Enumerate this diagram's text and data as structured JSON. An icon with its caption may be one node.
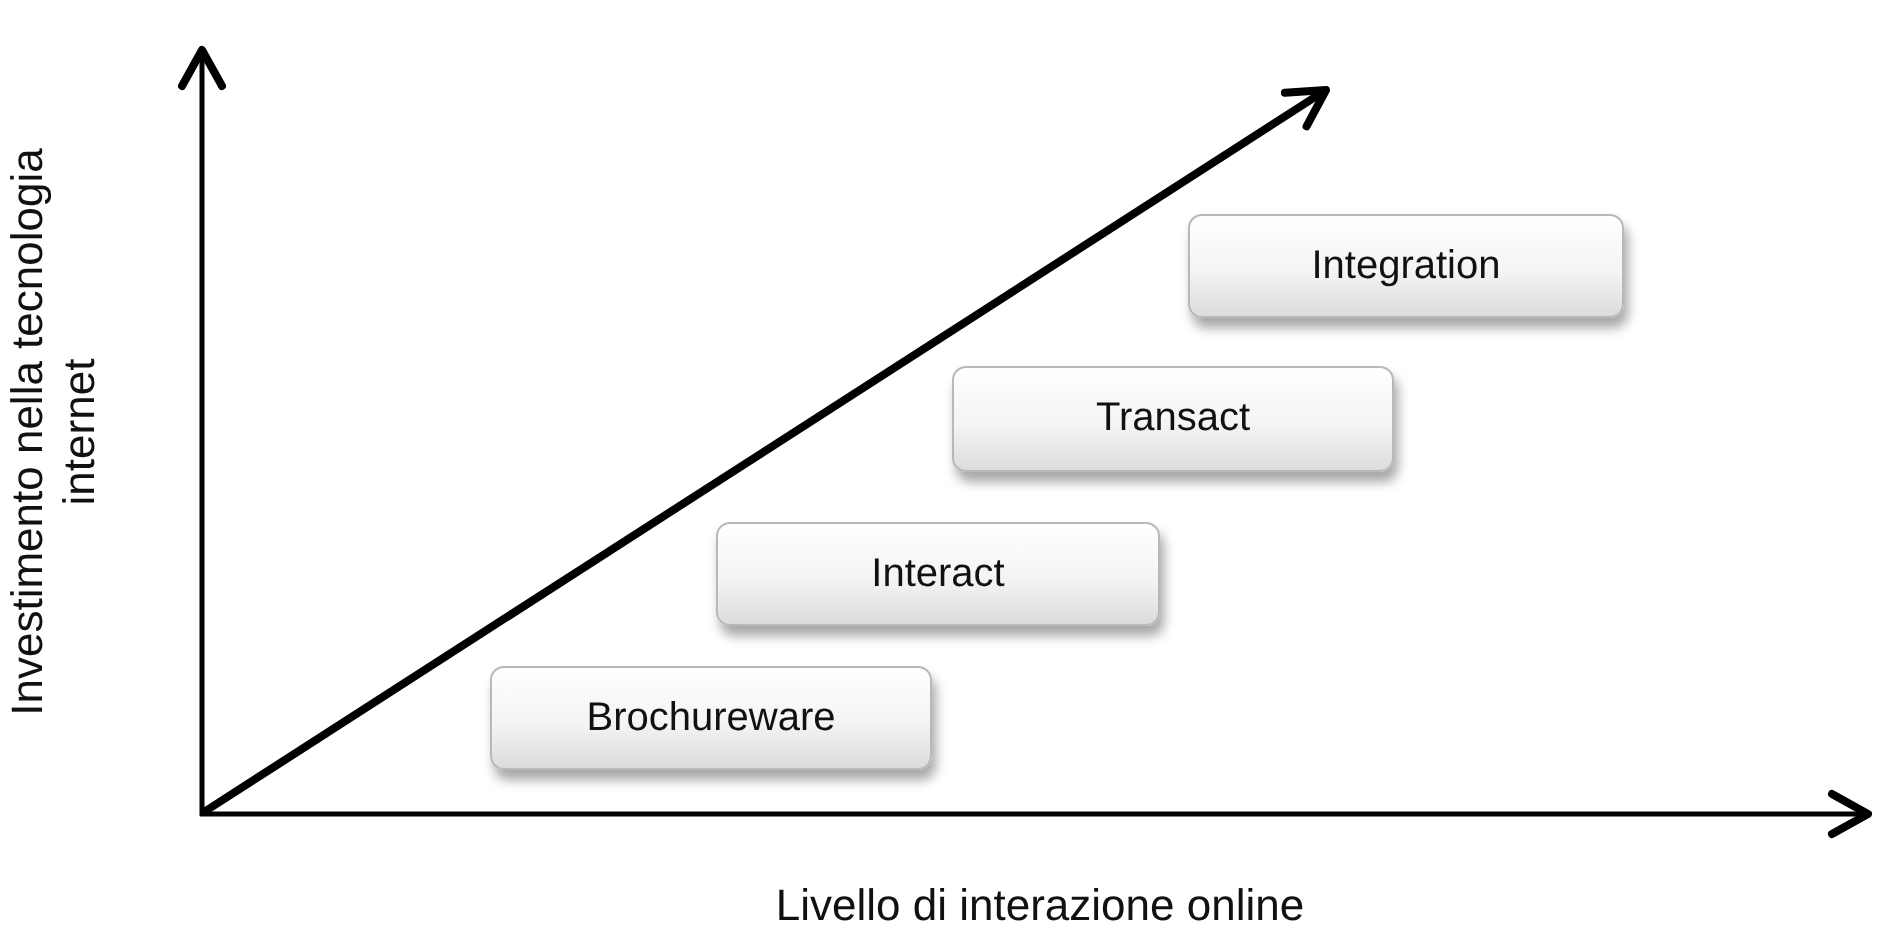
{
  "diagram": {
    "nodes": [
      {
        "text": [
          "Brochureware"
        ]
      },
      {
        "text": [
          "Interact"
        ]
      },
      {
        "text": [
          "Transact"
        ]
      },
      {
        "text": [
          "Integration"
        ]
      }
    ],
    "edges": [],
    "labels": [
      "Investimento nella tecnologia internet",
      "Livello di interazione online"
    ]
  }
}
